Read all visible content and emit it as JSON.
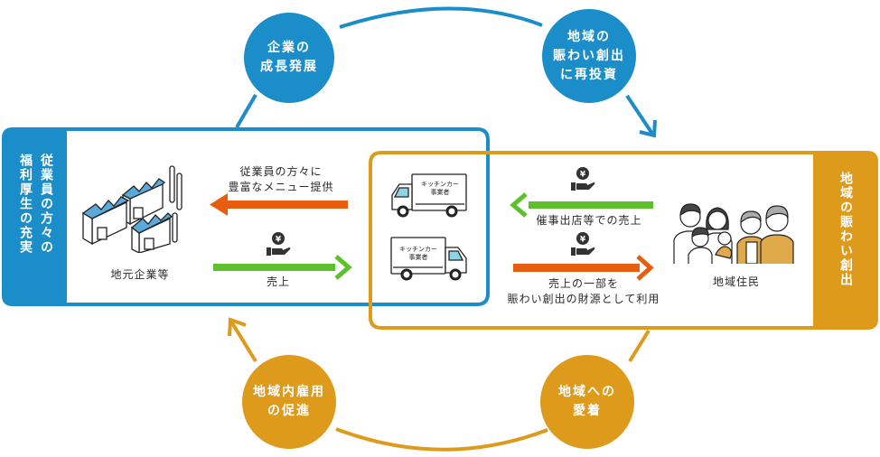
{
  "colors": {
    "blue": "#1b8dc9",
    "orange": "#dd9a1b",
    "arrow_orange": "#e85e10",
    "arrow_green": "#5cc12d"
  },
  "cycle_nodes": {
    "top_left": "企業の\n成長発展",
    "top_right": "地域の\n賑わい創出\nに再投資",
    "bottom_left": "地域内雇用\nの促進",
    "bottom_right": "地域への\n愛着"
  },
  "left_panel": {
    "tab_col1": "従業員の方々の",
    "tab_col2": "福利厚生の充実",
    "entity_label": "地元企業等"
  },
  "right_panel": {
    "tab_label": "地域の賑わい創出",
    "entity_label": "地域住民"
  },
  "kitchen_car": {
    "label": "キッチンカー\n事業者"
  },
  "flows": {
    "menu_to_employees": "従業員の方々に\n豊富なメニュー提供",
    "sales_from_company": "売上",
    "sales_from_events": "催事出店等での売上",
    "reinvest": "売上の一部を\n賑わい創出の財源として利用"
  }
}
